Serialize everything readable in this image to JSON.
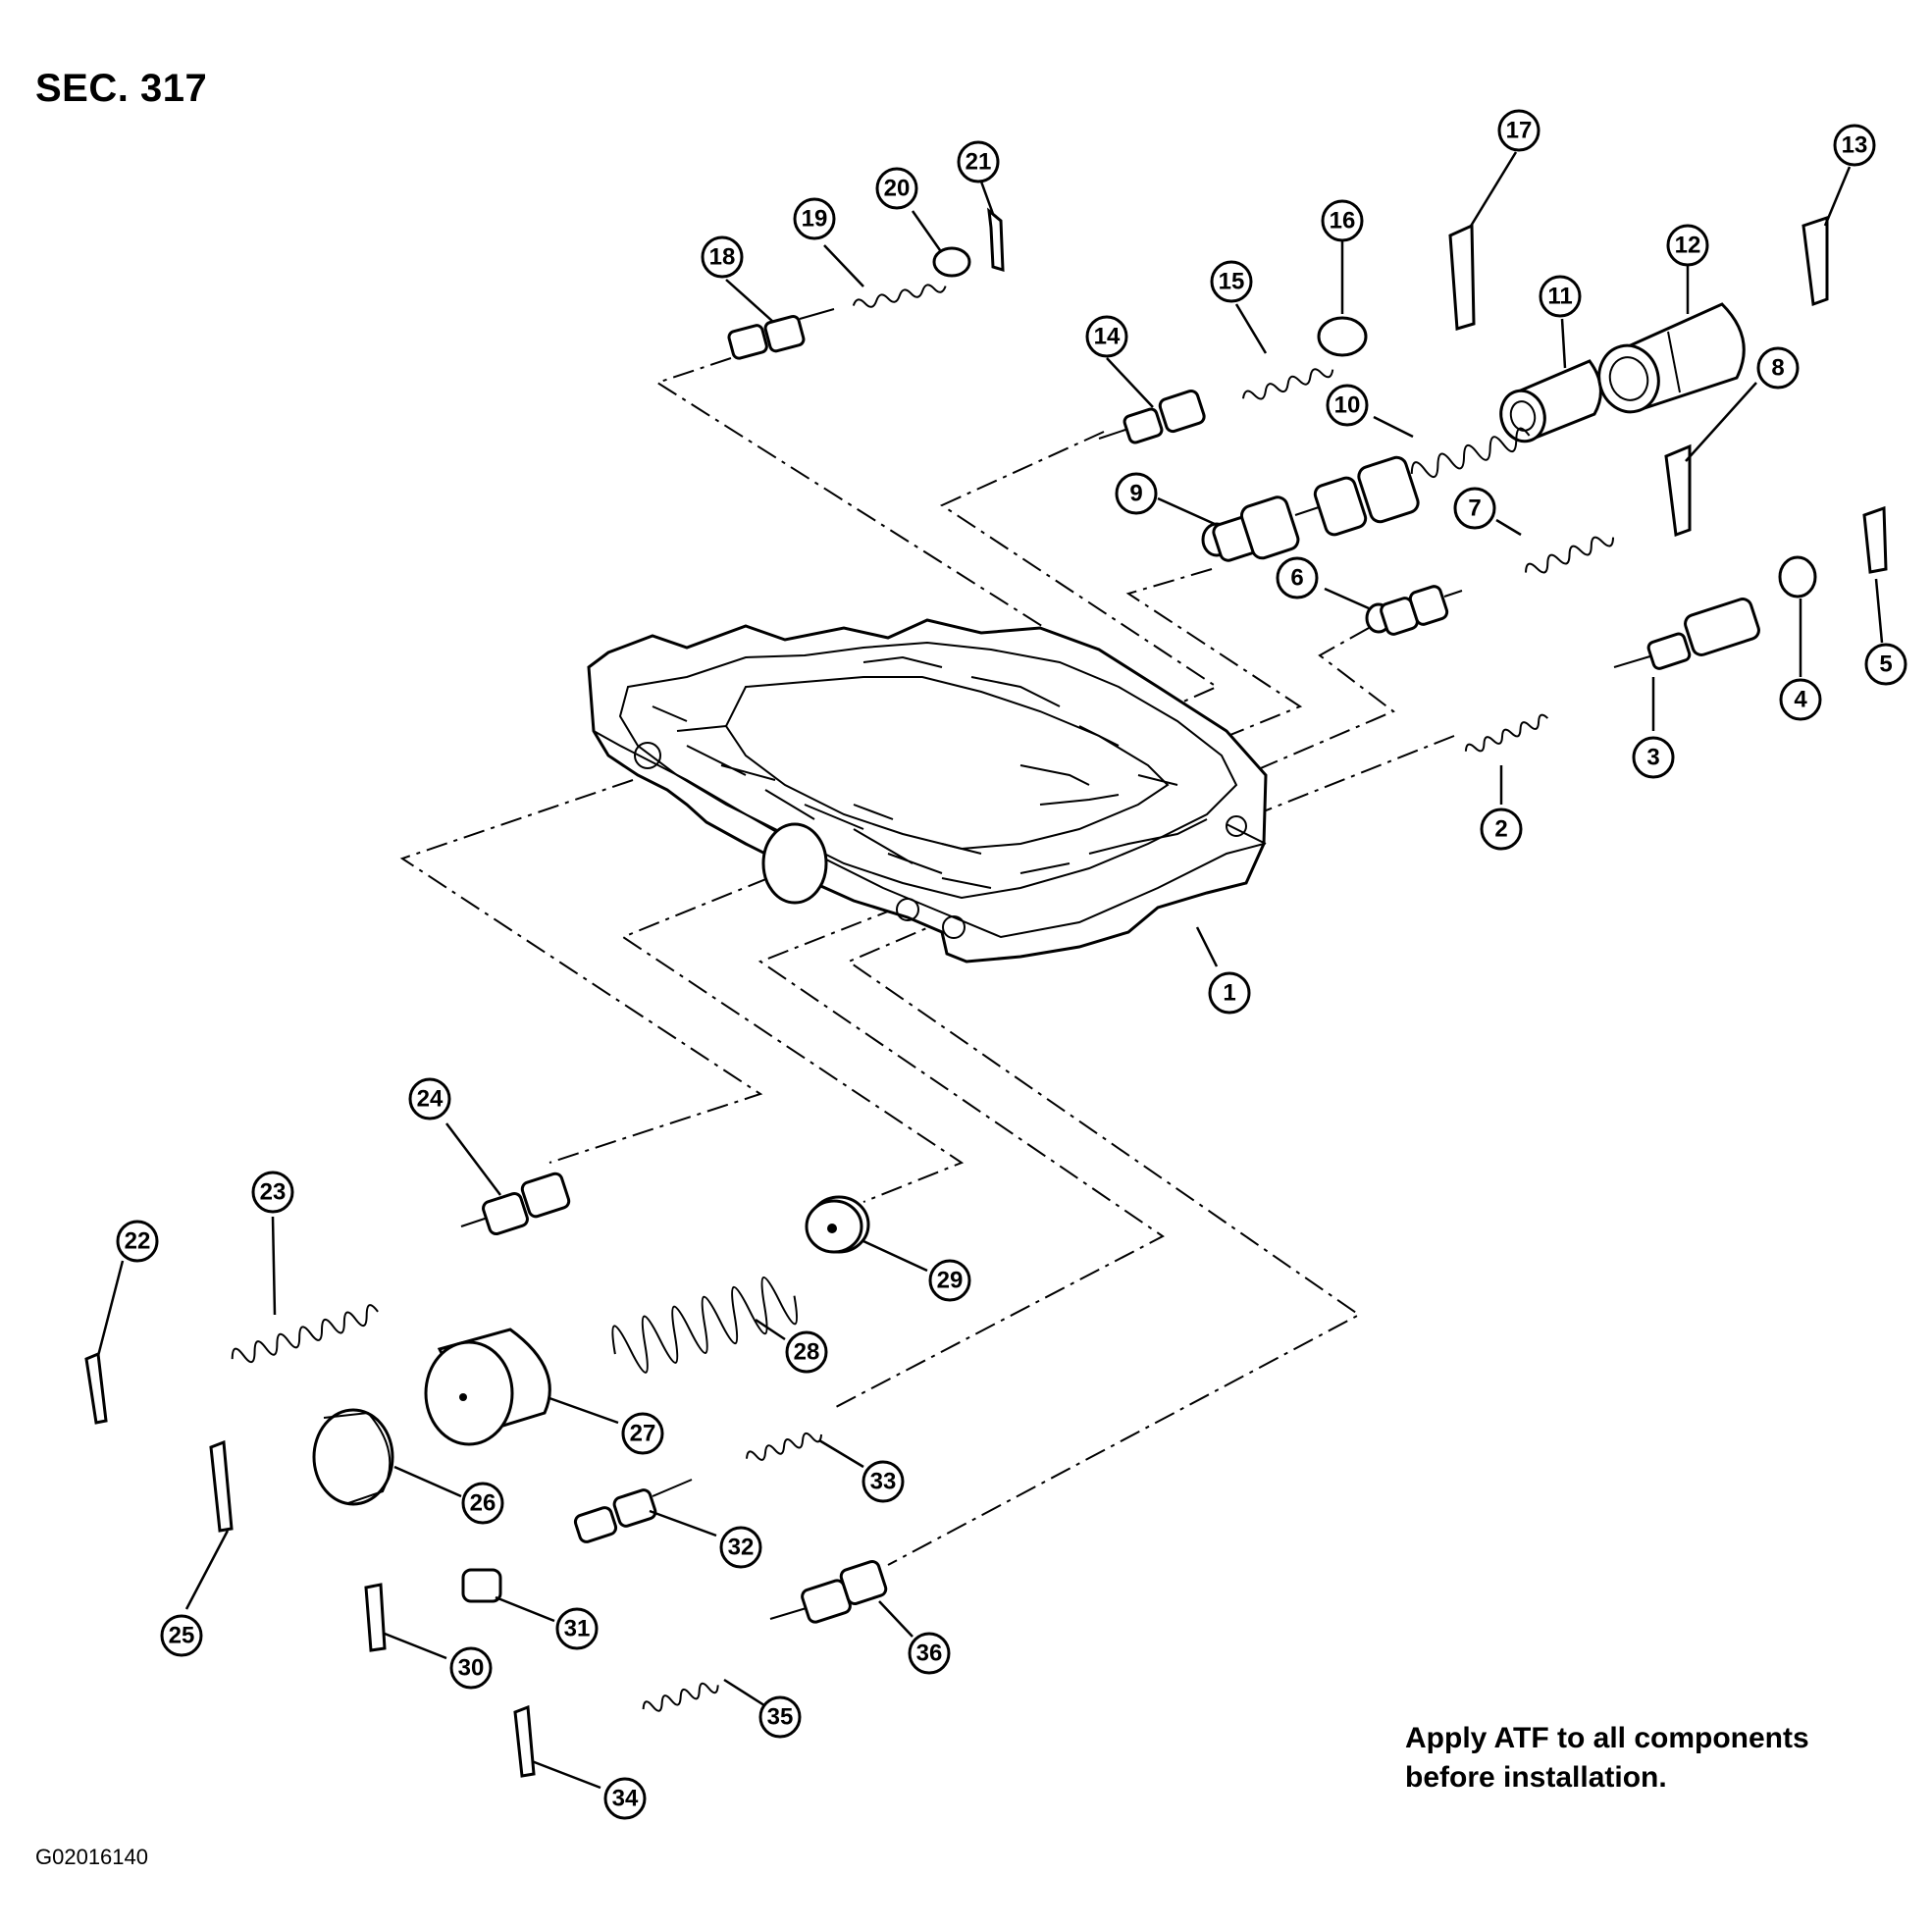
{
  "header": {
    "section": "SEC. 317"
  },
  "note": {
    "line1": "Apply ATF to all components",
    "line2": "before installation."
  },
  "footer": {
    "figure_code": "G02016140"
  },
  "callouts": [
    "1",
    "2",
    "3",
    "4",
    "5",
    "6",
    "7",
    "8",
    "9",
    "10",
    "11",
    "12",
    "13",
    "14",
    "15",
    "16",
    "17",
    "18",
    "19",
    "20",
    "21",
    "22",
    "23",
    "24",
    "25",
    "26",
    "27",
    "28",
    "29",
    "30",
    "31",
    "32",
    "33",
    "34",
    "35",
    "36"
  ]
}
